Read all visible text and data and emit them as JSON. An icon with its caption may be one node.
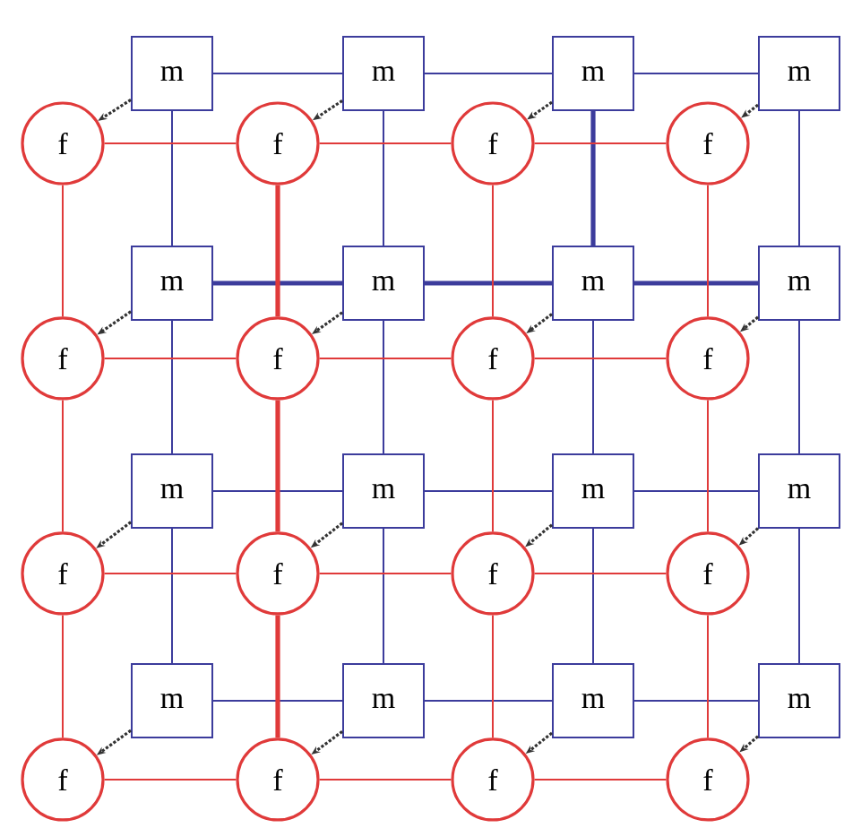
{
  "diagram": {
    "nodes": [
      {
        "text": [
          "m"
        ]
      },
      {
        "text": [
          "m"
        ]
      },
      {
        "text": [
          "m"
        ]
      },
      {
        "text": [
          "m"
        ]
      },
      {
        "text": [
          "f"
        ]
      },
      {
        "text": [
          "f"
        ]
      },
      {
        "text": [
          "f"
        ]
      },
      {
        "text": [
          "f"
        ]
      },
      {
        "text": [
          "m"
        ]
      },
      {
        "text": [
          "m"
        ]
      },
      {
        "text": [
          "m"
        ]
      },
      {
        "text": [
          "m"
        ]
      },
      {
        "text": [
          "f"
        ]
      },
      {
        "text": [
          "f"
        ]
      },
      {
        "text": [
          "f"
        ]
      },
      {
        "text": [
          "f"
        ]
      },
      {
        "text": [
          "m"
        ]
      },
      {
        "text": [
          "m"
        ]
      },
      {
        "text": [
          "m"
        ]
      },
      {
        "text": [
          "m"
        ]
      },
      {
        "text": [
          "f"
        ]
      },
      {
        "text": [
          "f"
        ]
      },
      {
        "text": [
          "f"
        ]
      },
      {
        "text": [
          "f"
        ]
      },
      {
        "text": [
          "m"
        ]
      },
      {
        "text": [
          "m"
        ]
      },
      {
        "text": [
          "m"
        ]
      },
      {
        "text": [
          "m"
        ]
      },
      {
        "text": [
          "f"
        ]
      },
      {
        "text": [
          "f"
        ]
      },
      {
        "text": [
          "f"
        ]
      },
      {
        "text": [
          "f"
        ]
      }
    ],
    "edges": [
      {
        "from": 0,
        "to": 1,
        "arrow": "none"
      },
      {
        "from": 1,
        "to": 2,
        "arrow": "none"
      },
      {
        "from": 2,
        "to": 3,
        "arrow": "none"
      },
      {
        "from": 8,
        "to": 9,
        "arrow": "none",
        "style": "thick"
      },
      {
        "from": 9,
        "to": 10,
        "arrow": "none",
        "style": "thick"
      },
      {
        "from": 10,
        "to": 11,
        "arrow": "none",
        "style": "thick"
      },
      {
        "from": 16,
        "to": 17,
        "arrow": "none"
      },
      {
        "from": 17,
        "to": 18,
        "arrow": "none"
      },
      {
        "from": 18,
        "to": 19,
        "arrow": "none"
      },
      {
        "from": 24,
        "to": 25,
        "arrow": "none"
      },
      {
        "from": 25,
        "to": 26,
        "arrow": "none"
      },
      {
        "from": 26,
        "to": 27,
        "arrow": "none"
      },
      {
        "from": 0,
        "to": 8,
        "arrow": "none"
      },
      {
        "from": 1,
        "to": 9,
        "arrow": "none"
      },
      {
        "from": 2,
        "to": 10,
        "arrow": "none",
        "style": "thick"
      },
      {
        "from": 3,
        "to": 11,
        "arrow": "none"
      },
      {
        "from": 8,
        "to": 16,
        "arrow": "none"
      },
      {
        "from": 9,
        "to": 17,
        "arrow": "none"
      },
      {
        "from": 10,
        "to": 18,
        "arrow": "none"
      },
      {
        "from": 11,
        "to": 19,
        "arrow": "none"
      },
      {
        "from": 16,
        "to": 24,
        "arrow": "none"
      },
      {
        "from": 17,
        "to": 25,
        "arrow": "none"
      },
      {
        "from": 18,
        "to": 26,
        "arrow": "none"
      },
      {
        "from": 19,
        "to": 27,
        "arrow": "none"
      },
      {
        "from": 4,
        "to": 5,
        "arrow": "none",
        "color": "#e03a3a"
      },
      {
        "from": 5,
        "to": 6,
        "arrow": "none",
        "color": "#e03a3a"
      },
      {
        "from": 6,
        "to": 7,
        "arrow": "none",
        "color": "#e03a3a"
      },
      {
        "from": 12,
        "to": 13,
        "arrow": "none",
        "color": "#e03a3a"
      },
      {
        "from": 13,
        "to": 14,
        "arrow": "none",
        "color": "#e03a3a"
      },
      {
        "from": 14,
        "to": 15,
        "arrow": "none",
        "color": "#e03a3a"
      },
      {
        "from": 20,
        "to": 21,
        "arrow": "none",
        "color": "#e03a3a"
      },
      {
        "from": 21,
        "to": 22,
        "arrow": "none",
        "color": "#e03a3a"
      },
      {
        "from": 22,
        "to": 23,
        "arrow": "none",
        "color": "#e03a3a"
      },
      {
        "from": 28,
        "to": 29,
        "arrow": "none",
        "color": "#e03a3a"
      },
      {
        "from": 29,
        "to": 30,
        "arrow": "none",
        "color": "#e03a3a"
      },
      {
        "from": 30,
        "to": 31,
        "arrow": "none",
        "color": "#e03a3a"
      },
      {
        "from": 4,
        "to": 12,
        "arrow": "none",
        "color": "#e03a3a"
      },
      {
        "from": 5,
        "to": 13,
        "arrow": "none",
        "color": "#e03a3a",
        "style": "thick"
      },
      {
        "from": 6,
        "to": 14,
        "arrow": "none",
        "color": "#e03a3a"
      },
      {
        "from": 7,
        "to": 15,
        "arrow": "none",
        "color": "#e03a3a"
      },
      {
        "from": 12,
        "to": 20,
        "arrow": "none",
        "color": "#e03a3a"
      },
      {
        "from": 13,
        "to": 21,
        "arrow": "none",
        "color": "#e03a3a",
        "style": "thick"
      },
      {
        "from": 14,
        "to": 22,
        "arrow": "none",
        "color": "#e03a3a"
      },
      {
        "from": 15,
        "to": 23,
        "arrow": "none",
        "color": "#e03a3a"
      },
      {
        "from": 20,
        "to": 28,
        "arrow": "none",
        "color": "#e03a3a"
      },
      {
        "from": 21,
        "to": 29,
        "arrow": "none",
        "color": "#e03a3a",
        "style": "thick"
      },
      {
        "from": 22,
        "to": 30,
        "arrow": "none",
        "color": "#e03a3a"
      },
      {
        "from": 23,
        "to": 31,
        "arrow": "none",
        "color": "#e03a3a"
      },
      {
        "from": 0,
        "to": 4,
        "arrow": "to",
        "style": "dashed",
        "color": "#333333"
      },
      {
        "from": 1,
        "to": 5,
        "arrow": "to",
        "style": "dashed",
        "color": "#333333"
      },
      {
        "from": 2,
        "to": 6,
        "arrow": "to",
        "style": "dashed",
        "color": "#333333"
      },
      {
        "from": 3,
        "to": 7,
        "arrow": "to",
        "style": "dashed",
        "color": "#333333"
      },
      {
        "from": 8,
        "to": 12,
        "arrow": "to",
        "style": "dashed",
        "color": "#333333"
      },
      {
        "from": 9,
        "to": 13,
        "arrow": "to",
        "style": "dashed",
        "color": "#333333"
      },
      {
        "from": 10,
        "to": 14,
        "arrow": "to",
        "style": "dashed",
        "color": "#333333"
      },
      {
        "from": 11,
        "to": 15,
        "arrow": "to",
        "style": "dashed",
        "color": "#333333"
      },
      {
        "from": 16,
        "to": 20,
        "arrow": "to",
        "style": "dashed",
        "color": "#333333"
      },
      {
        "from": 17,
        "to": 21,
        "arrow": "to",
        "style": "dashed",
        "color": "#333333"
      },
      {
        "from": 18,
        "to": 22,
        "arrow": "to",
        "style": "dashed",
        "color": "#333333"
      },
      {
        "from": 19,
        "to": 23,
        "arrow": "to",
        "style": "dashed",
        "color": "#333333"
      },
      {
        "from": 24,
        "to": 28,
        "arrow": "to",
        "style": "dashed",
        "color": "#333333"
      },
      {
        "from": 25,
        "to": 29,
        "arrow": "to",
        "style": "dashed",
        "color": "#333333"
      },
      {
        "from": 26,
        "to": 30,
        "arrow": "to",
        "style": "dashed",
        "color": "#333333"
      },
      {
        "from": 27,
        "to": 31,
        "arrow": "to",
        "style": "dashed",
        "color": "#333333"
      }
    ]
  }
}
